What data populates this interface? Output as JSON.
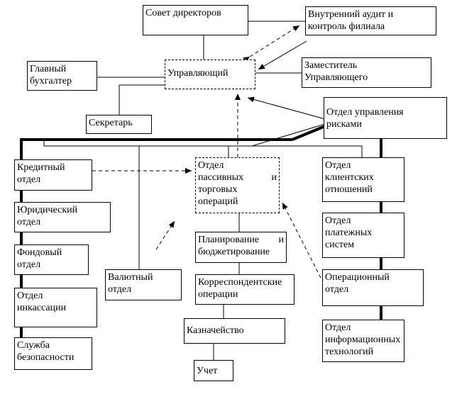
{
  "diagram": {
    "nodes": {
      "board": "Совет директоров",
      "audit": "Внутренний аудит и\nконтроль филиала",
      "chief_accountant": "Главный\nбухгалтер",
      "manager": "Управляющий",
      "deputy": "Заместитель\nУправляющего",
      "secretary": "Секретарь",
      "risk": "Отдел  управления\nрисками",
      "credit": "Кредитный\nотдел",
      "passive": "Отдел\nпассивных     и\nторговых\nопераций",
      "client": "Отдел\nклиентских\nотношений",
      "legal": "Юридический\nотдел",
      "payment": "Отдел\nплатежных\nсистем",
      "planning": "Планирование   и\nбюджетирование",
      "fund": "Фондовый\nотдел",
      "currency": "Валютный\nотдел",
      "corresp": "Корреспондентские\nоперации",
      "operations": "Операционный\nотдел",
      "collection": "Отдел\nинкассации",
      "treasury": "Казначейство",
      "it": "Отдел\nинформационных\nтехнологий",
      "security": "Служба\nбезопасности",
      "accounting": "Учет"
    }
  }
}
